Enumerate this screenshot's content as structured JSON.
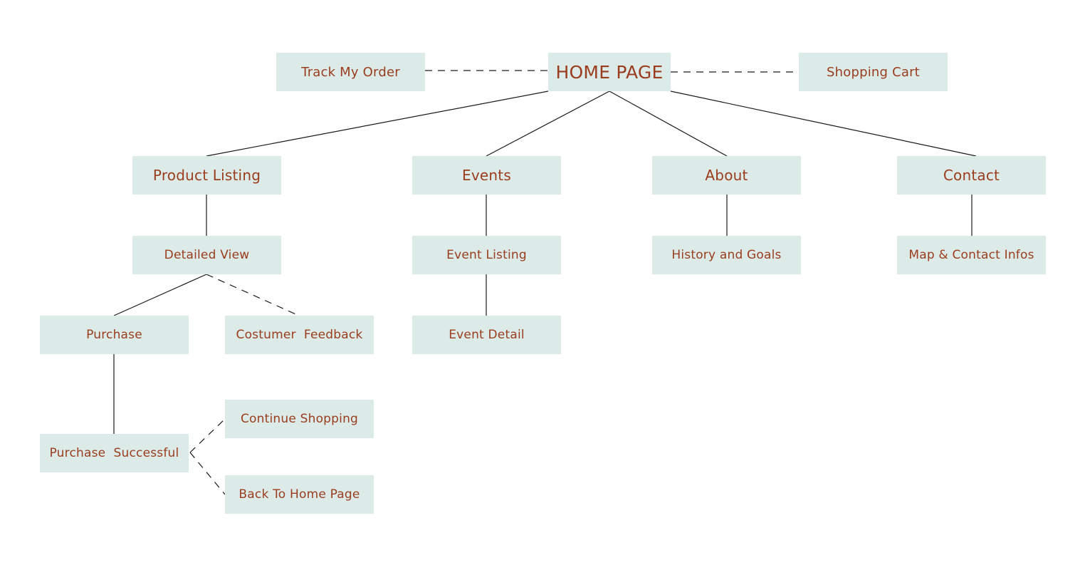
{
  "sitemap": {
    "root": {
      "label": "HOME PAGE"
    },
    "utility": {
      "track_order": "Track My Order",
      "shopping_cart": "Shopping Cart"
    },
    "sections": {
      "product_listing": {
        "label": "Product Listing",
        "detailed_view": "Detailed View",
        "purchase": "Purchase",
        "customer_feedback": "Costumer  Feedback",
        "purchase_successful": "Purchase  Successful",
        "continue_shopping": "Continue Shopping",
        "back_to_home": "Back To Home Page"
      },
      "events": {
        "label": "Events",
        "event_listing": "Event Listing",
        "event_detail": "Event Detail"
      },
      "about": {
        "label": "About",
        "history_goals": "History and Goals"
      },
      "contact": {
        "label": "Contact",
        "map_contact": "Map & Contact Infos"
      }
    },
    "colors": {
      "box_fill": "#dceae8",
      "text": "#9a3d1e",
      "connector": "#1a1a1a"
    }
  }
}
